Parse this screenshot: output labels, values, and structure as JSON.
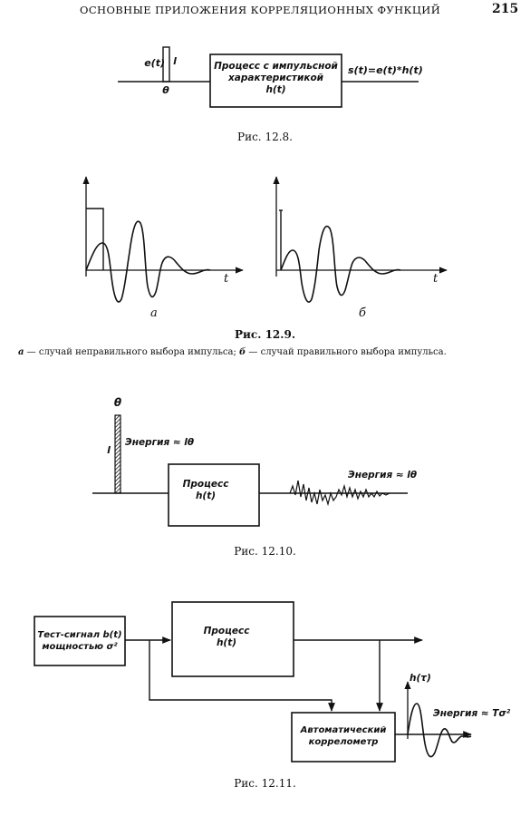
{
  "header": {
    "running_title": "ОСНОВНЫЕ ПРИЛОЖЕНИЯ КОРРЕЛЯЦИОННЫХ ФУНКЦИЙ",
    "page_number": "215"
  },
  "fig_12_8": {
    "caption": "Рис. 12.8.",
    "input_label": "e(t)",
    "height_label": "l",
    "width_label": "θ",
    "box_line1": "Процесс с импульсной",
    "box_line2": "характеристикой",
    "box_line3": "h(t)",
    "output_label": "s(t)=e(t)*h(t)"
  },
  "fig_12_9": {
    "caption": "Рис. 12.9.",
    "panel_a": "а",
    "panel_b": "б",
    "axis_a": "t",
    "axis_b": "t",
    "subcaption_a_key": "а",
    "subcaption_a_text": " — случай неправильного выбора импульса; ",
    "subcaption_b_key": "б",
    "subcaption_b_text": " — случай правильного выбора импульса."
  },
  "fig_12_10": {
    "caption": "Рис. 12.10.",
    "width_label": "θ",
    "height_label": "l",
    "input_energy": "Энергия ≈ lθ",
    "box_line1": "Процесс",
    "box_line2": "h(t)",
    "output_energy": "Энергия ≈ lθ"
  },
  "fig_12_11": {
    "caption": "Рис. 12.11.",
    "test_line1": "Тест-сигнал b(t)",
    "test_line2": "мощностью σ²",
    "process_line1": "Процесс",
    "process_line2": "h(t)",
    "corr_line1": "Автоматический",
    "corr_line2": "коррелометр",
    "output_label": "h(τ)",
    "output_energy": "Энергия ≈ Tσ²"
  }
}
